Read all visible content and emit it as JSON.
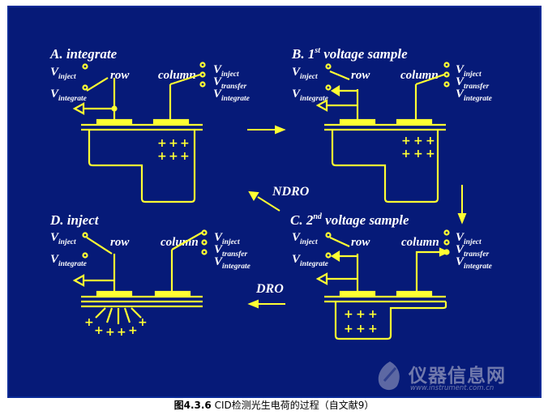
{
  "panels": {
    "a": {
      "title": "A.  integrate"
    },
    "b": {
      "title_pre": "B.  1",
      "title_sup": "st",
      "title_post": " voltage sample"
    },
    "c": {
      "title_pre": "C.  2",
      "title_sup": "nd",
      "title_post": " voltage sample"
    },
    "d": {
      "title": "D.  inject"
    }
  },
  "labels": {
    "v": "V",
    "inject": "inject",
    "integrate": "integrate",
    "transfer": "transfer",
    "row": "row",
    "column": "column"
  },
  "arrows": {
    "ndro": "NDRO",
    "dro": "DRO"
  },
  "charge": {
    "plus": "+"
  },
  "caption": {
    "figure_no": "图4.3.6",
    "text": "CID检测光生电荷的过程（自文献9）"
  },
  "watermark": {
    "name": "仪器信息网",
    "url": "www.instrument.com.cn"
  },
  "colors": {
    "background": "#061a78",
    "wire": "#ffff33",
    "text": "#ffffff"
  }
}
